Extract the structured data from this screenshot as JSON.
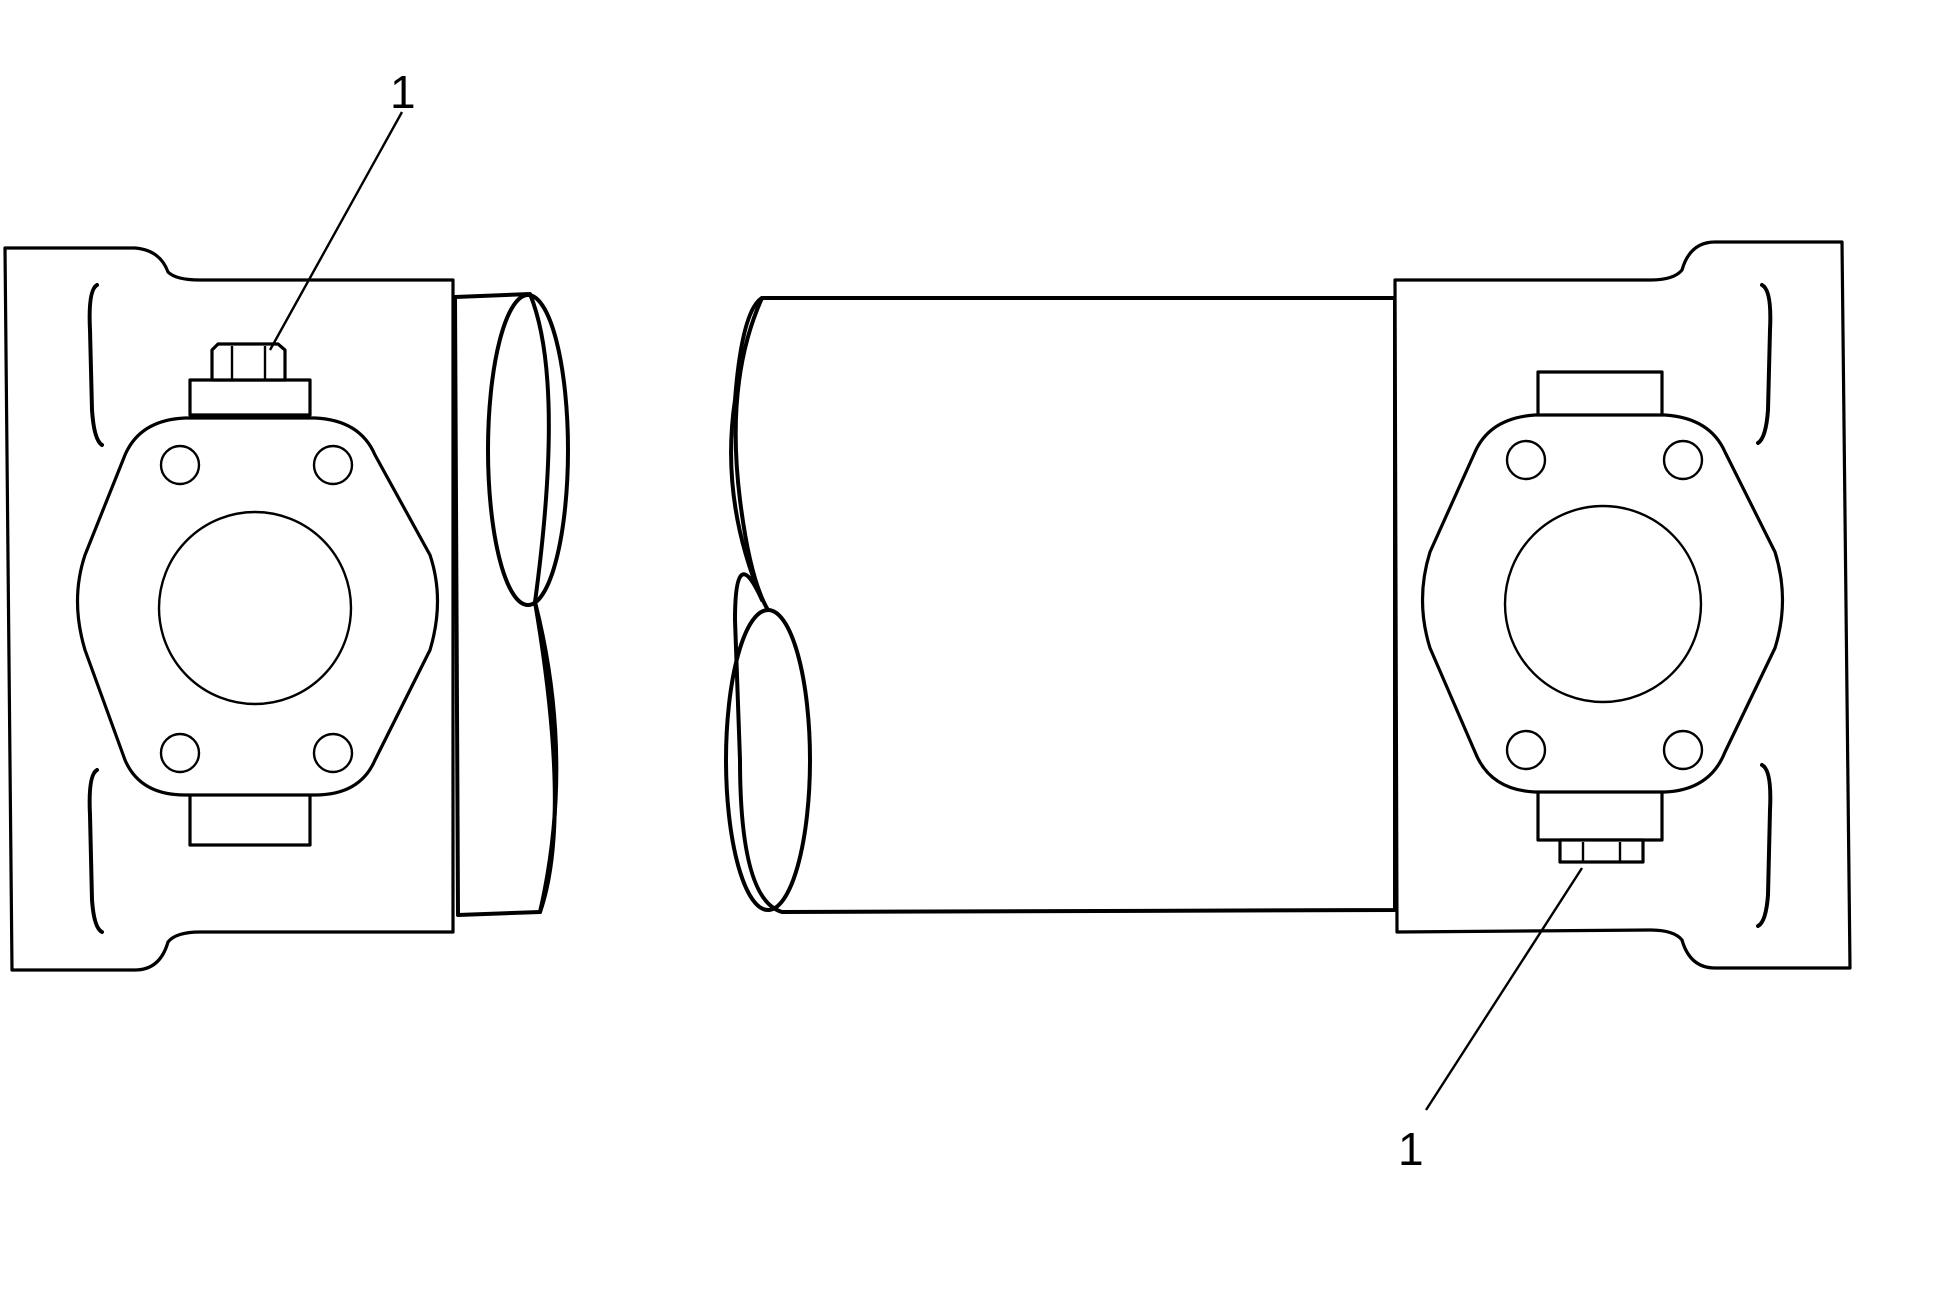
{
  "diagram": {
    "callouts": [
      {
        "id": "left",
        "label": "1"
      },
      {
        "id": "right",
        "label": "1"
      }
    ],
    "colors": {
      "ink": "#000000",
      "paper": "#ffffff"
    }
  }
}
